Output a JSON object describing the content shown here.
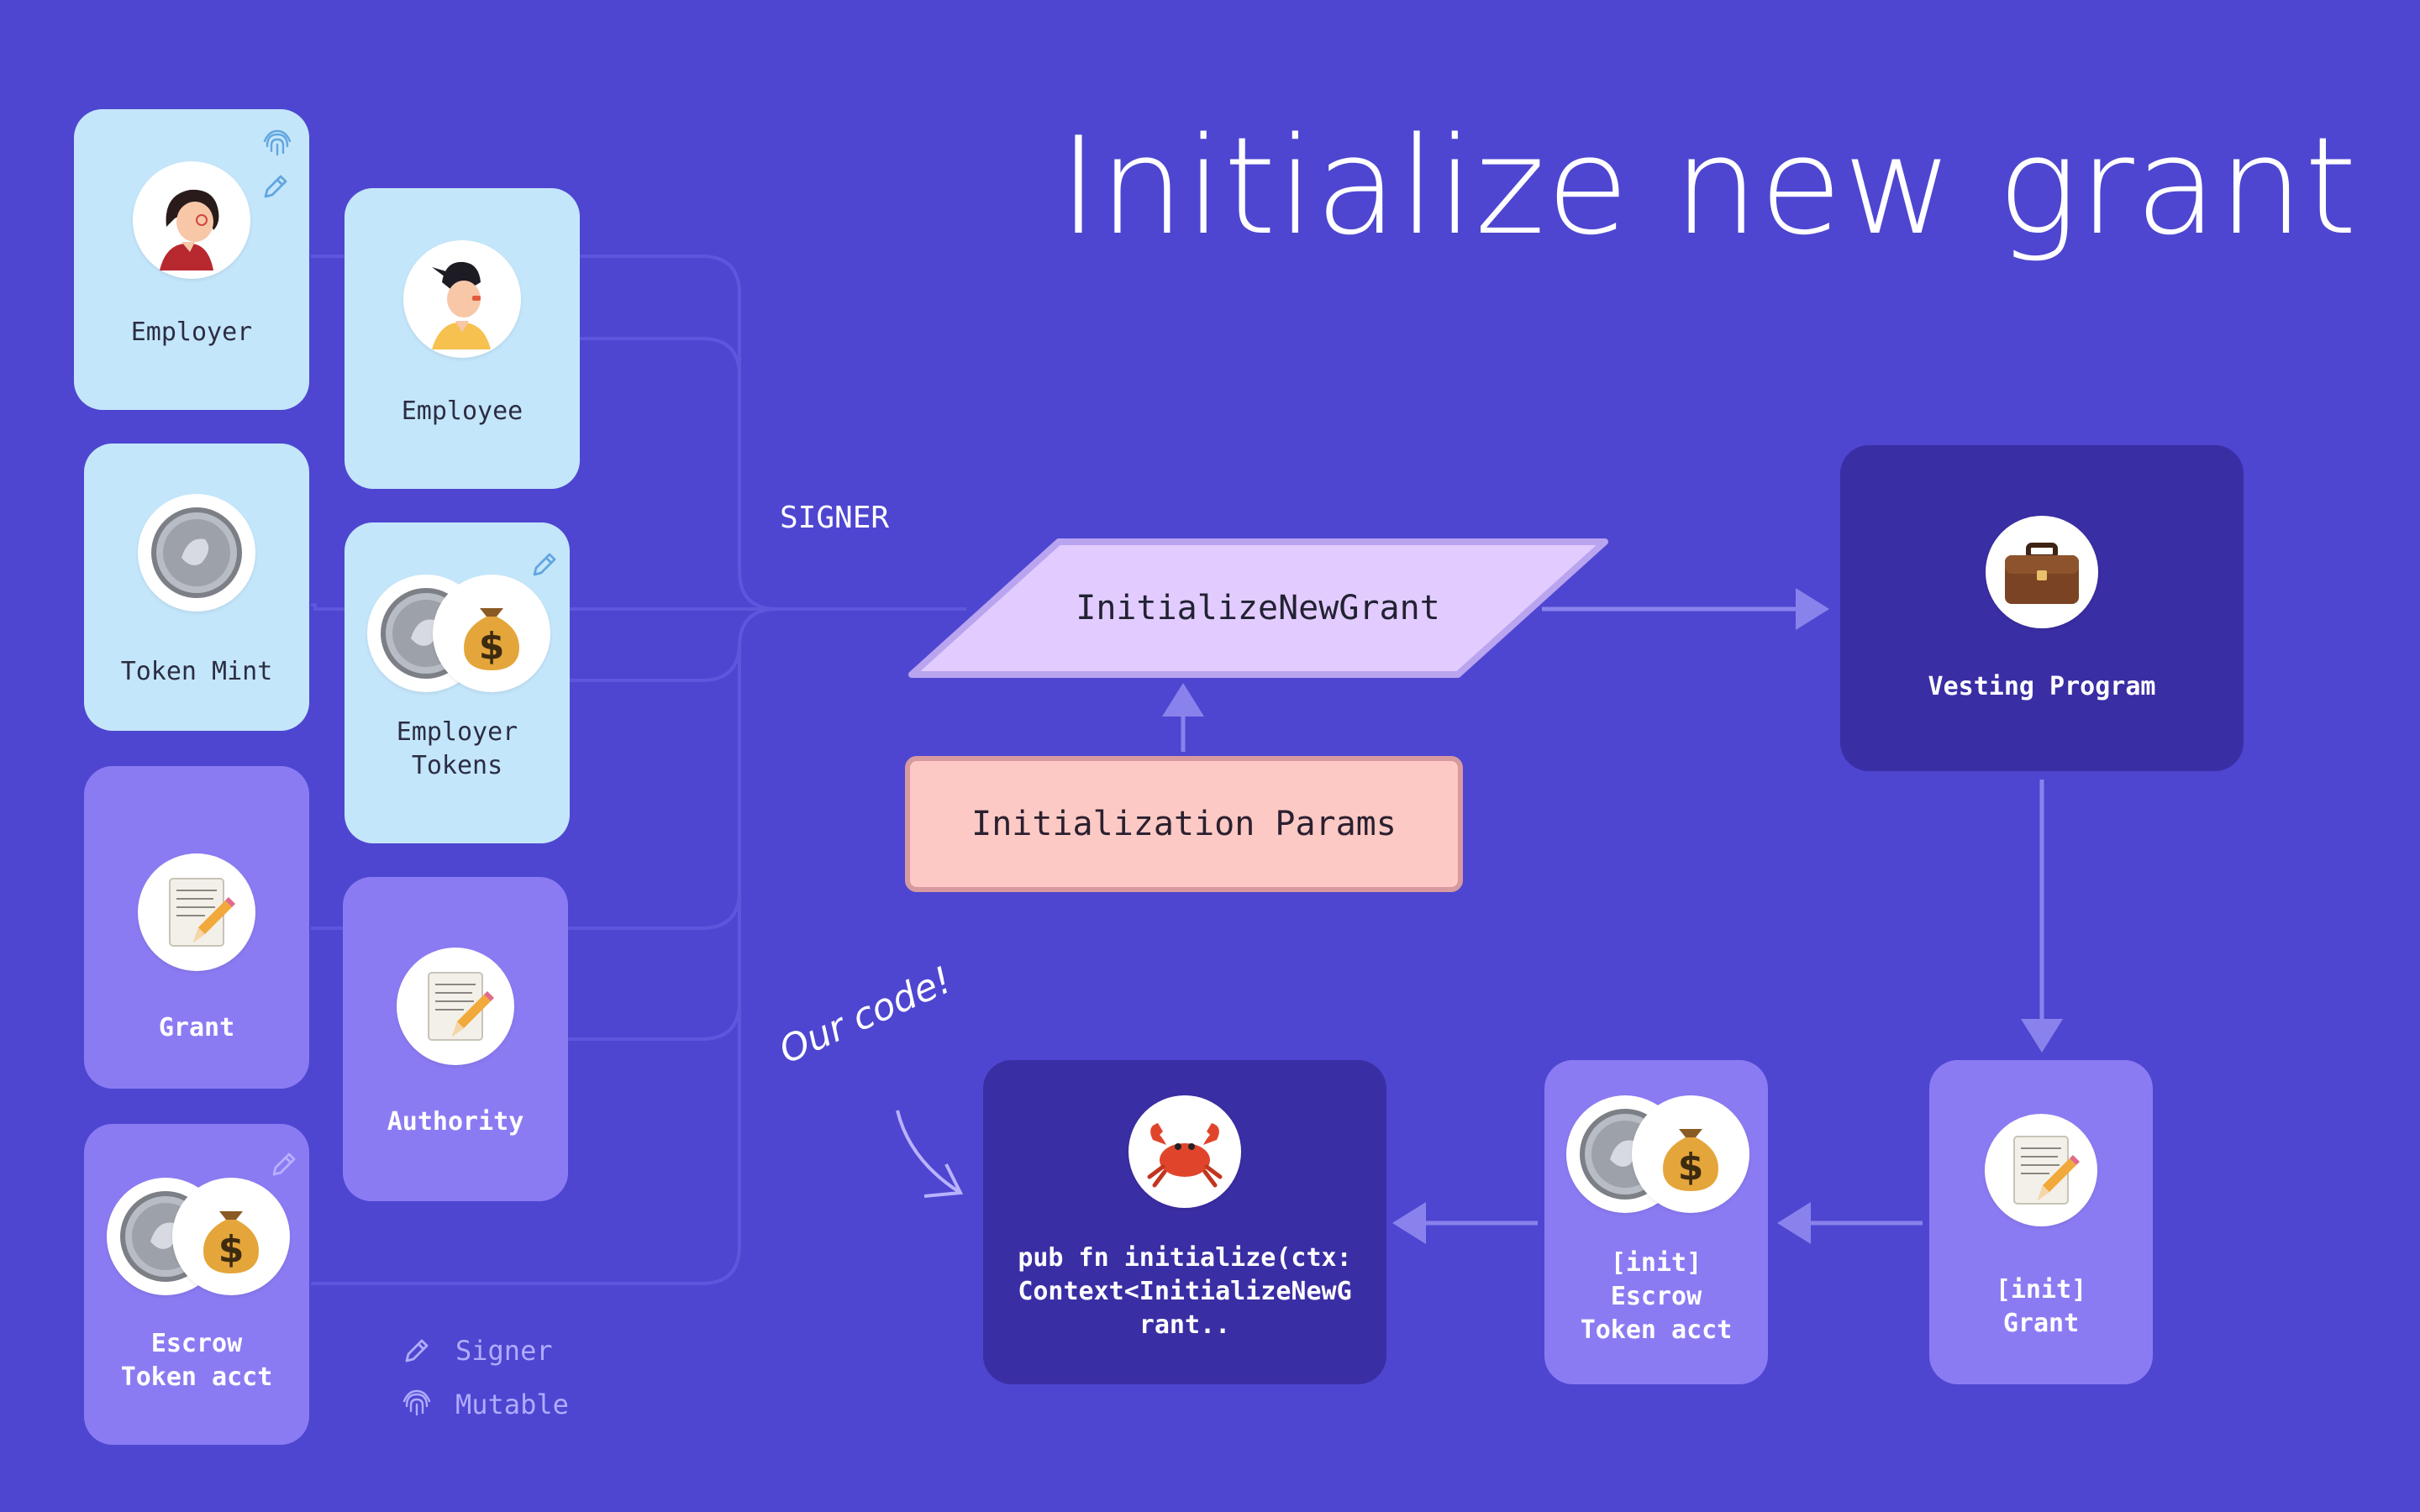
{
  "title": "Initialize new grant",
  "signer_label": "SIGNER",
  "instruction": {
    "label": "InitializeNewGrant"
  },
  "params": {
    "label": "Initialization Params"
  },
  "vesting_program": {
    "label": "Vesting Program",
    "icon": "briefcase-icon"
  },
  "accounts": {
    "employer": {
      "label": "Employer",
      "icon": "employer-avatar-icon",
      "signer": true,
      "mutable": true
    },
    "employee": {
      "label": "Employee",
      "icon": "employee-avatar-icon"
    },
    "token_mint": {
      "label": "Token Mint",
      "icon": "coin-icon"
    },
    "employer_tokens": {
      "label": "Employer\nTokens",
      "icon": "coin-moneybag-icon",
      "signer": true
    },
    "grant": {
      "label": "Grant",
      "icon": "memo-icon"
    },
    "authority": {
      "label": "Authority",
      "icon": "memo-icon"
    },
    "escrow_token_acct": {
      "label": "Escrow\nToken acct",
      "icon": "coin-moneybag-icon",
      "signer": true
    }
  },
  "code_box": {
    "text": "pub fn initialize(ctx:\nContext<InitializeNewG\nrant..",
    "icon": "crab-icon"
  },
  "init_escrow": {
    "label": "[init]\nEscrow\nToken acct"
  },
  "init_grant": {
    "label": "[init]\nGrant"
  },
  "annotation": "Our code!",
  "legend": {
    "signer": "Signer",
    "mutable": "Mutable"
  },
  "colors": {
    "background": "#4e46d0",
    "light_card": "#c4e6fb",
    "purple_card": "#8b7bf3",
    "dark_card": "#3a2ea4",
    "instruction_fill": "#e2ccff",
    "params_fill": "#fdc9c4",
    "connector": "#8a82ec"
  }
}
